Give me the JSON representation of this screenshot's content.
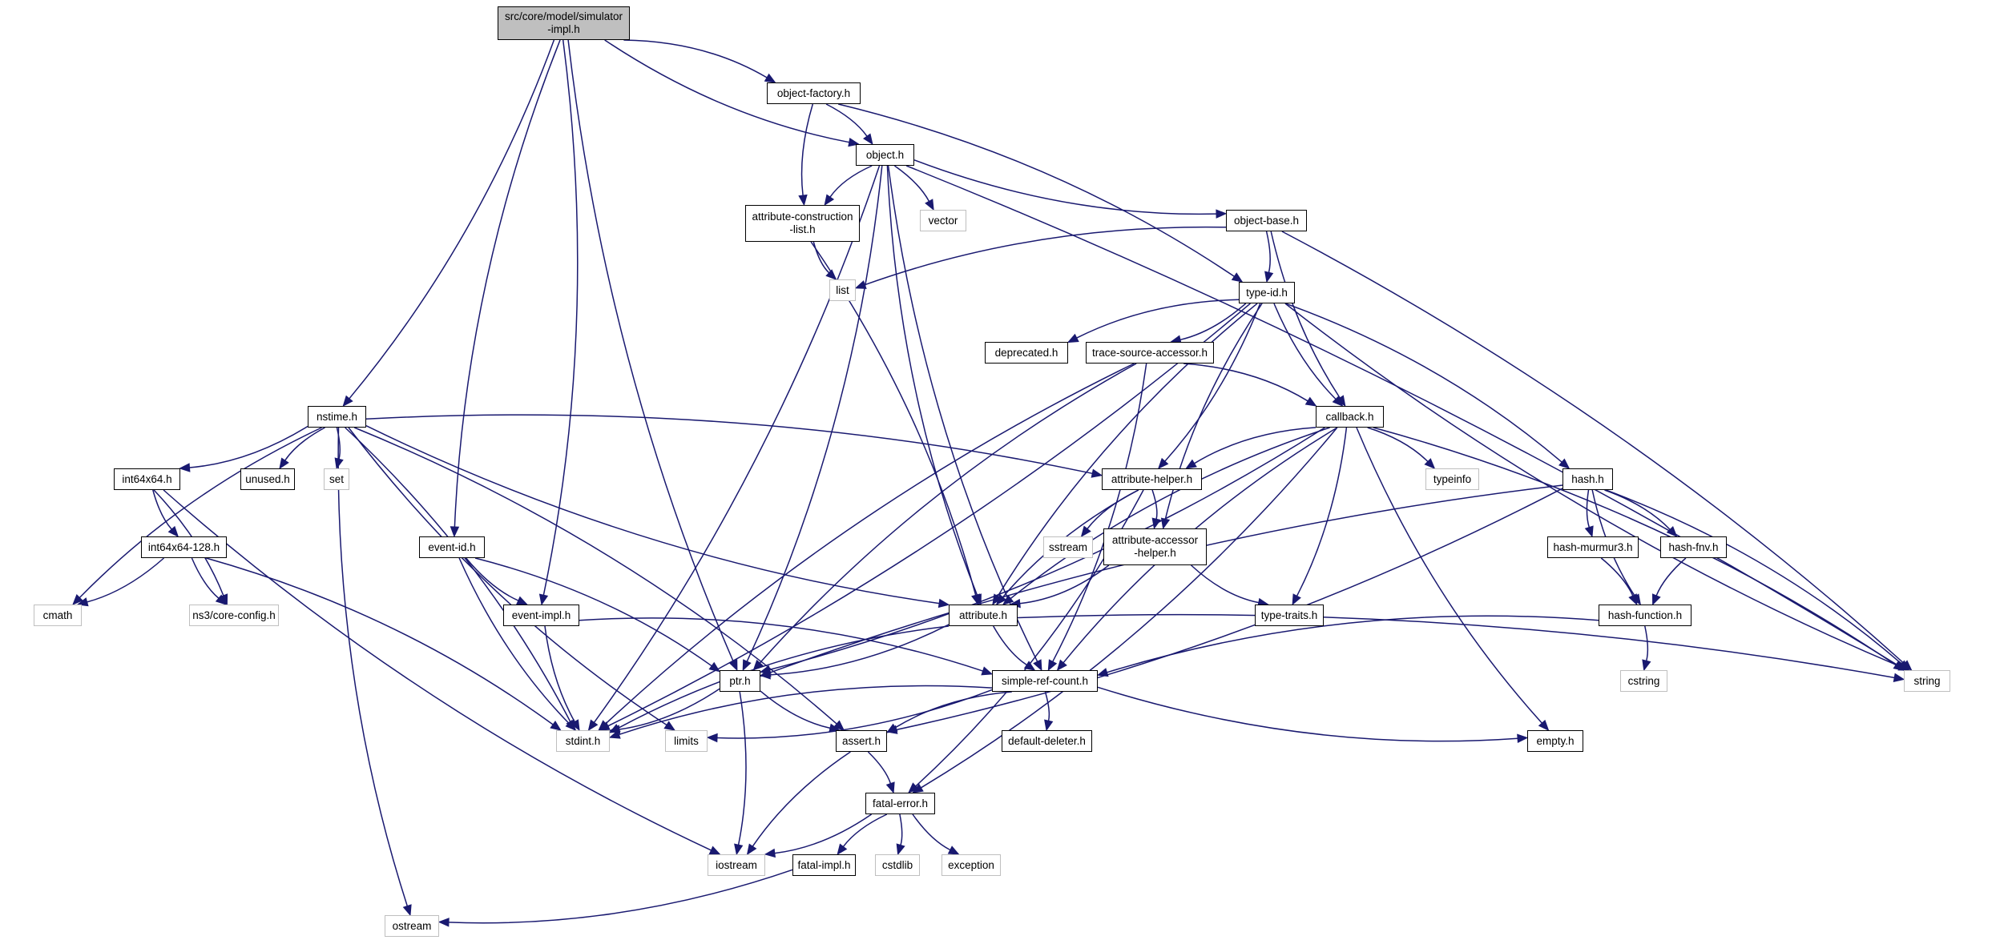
{
  "diagram": {
    "type": "include-dependency-graph",
    "edge_color": "#191970",
    "node_colors": {
      "root_fill": "#bfbfbf",
      "local_border": "#000000",
      "system_border": "#bfbfbf"
    },
    "nodes": [
      {
        "id": "sim",
        "label": "src/core/model/simulator\n-impl.h",
        "kind": "root"
      },
      {
        "id": "objfac",
        "label": "object-factory.h",
        "kind": "local"
      },
      {
        "id": "object",
        "label": "object.h",
        "kind": "local"
      },
      {
        "id": "attrcons",
        "label": "attribute-construction\n-list.h",
        "kind": "local"
      },
      {
        "id": "vector",
        "label": "vector",
        "kind": "system"
      },
      {
        "id": "objbase",
        "label": "object-base.h",
        "kind": "local"
      },
      {
        "id": "list",
        "label": "list",
        "kind": "system"
      },
      {
        "id": "typeid",
        "label": "type-id.h",
        "kind": "local"
      },
      {
        "id": "deprecated",
        "label": "deprecated.h",
        "kind": "local"
      },
      {
        "id": "trace",
        "label": "trace-source-accessor.h",
        "kind": "local"
      },
      {
        "id": "nstime",
        "label": "nstime.h",
        "kind": "local"
      },
      {
        "id": "callback",
        "label": "callback.h",
        "kind": "local"
      },
      {
        "id": "int64",
        "label": "int64x64.h",
        "kind": "local"
      },
      {
        "id": "unused",
        "label": "unused.h",
        "kind": "local"
      },
      {
        "id": "set",
        "label": "set",
        "kind": "system"
      },
      {
        "id": "attrhelper",
        "label": "attribute-helper.h",
        "kind": "local"
      },
      {
        "id": "typeinfo",
        "label": "typeinfo",
        "kind": "system"
      },
      {
        "id": "hash",
        "label": "hash.h",
        "kind": "local"
      },
      {
        "id": "int64128",
        "label": "int64x64-128.h",
        "kind": "local"
      },
      {
        "id": "eventid",
        "label": "event-id.h",
        "kind": "local"
      },
      {
        "id": "sstream",
        "label": "sstream",
        "kind": "system"
      },
      {
        "id": "attracc",
        "label": "attribute-accessor\n-helper.h",
        "kind": "local"
      },
      {
        "id": "murmur",
        "label": "hash-murmur3.h",
        "kind": "local"
      },
      {
        "id": "fnv",
        "label": "hash-fnv.h",
        "kind": "local"
      },
      {
        "id": "cmath",
        "label": "cmath",
        "kind": "system"
      },
      {
        "id": "nscfg",
        "label": "ns3/core-config.h",
        "kind": "system"
      },
      {
        "id": "eventimpl",
        "label": "event-impl.h",
        "kind": "local"
      },
      {
        "id": "attribute",
        "label": "attribute.h",
        "kind": "local"
      },
      {
        "id": "typetraits",
        "label": "type-traits.h",
        "kind": "local"
      },
      {
        "id": "hashfunc",
        "label": "hash-function.h",
        "kind": "local"
      },
      {
        "id": "ptr",
        "label": "ptr.h",
        "kind": "local"
      },
      {
        "id": "srefc",
        "label": "simple-ref-count.h",
        "kind": "local"
      },
      {
        "id": "cstring",
        "label": "cstring",
        "kind": "system"
      },
      {
        "id": "string",
        "label": "string",
        "kind": "system"
      },
      {
        "id": "stdint",
        "label": "stdint.h",
        "kind": "system"
      },
      {
        "id": "limits",
        "label": "limits",
        "kind": "system"
      },
      {
        "id": "assert",
        "label": "assert.h",
        "kind": "local"
      },
      {
        "id": "defdel",
        "label": "default-deleter.h",
        "kind": "local"
      },
      {
        "id": "empty",
        "label": "empty.h",
        "kind": "local"
      },
      {
        "id": "fatalerr",
        "label": "fatal-error.h",
        "kind": "local"
      },
      {
        "id": "iostream",
        "label": "iostream",
        "kind": "system"
      },
      {
        "id": "fatalimpl",
        "label": "fatal-impl.h",
        "kind": "local"
      },
      {
        "id": "cstdlib",
        "label": "cstdlib",
        "kind": "system"
      },
      {
        "id": "exception",
        "label": "exception",
        "kind": "system"
      },
      {
        "id": "ostream",
        "label": "ostream",
        "kind": "system"
      }
    ],
    "edges": [
      [
        "sim",
        "objfac"
      ],
      [
        "sim",
        "object"
      ],
      [
        "sim",
        "nstime"
      ],
      [
        "sim",
        "eventid"
      ],
      [
        "sim",
        "eventimpl"
      ],
      [
        "sim",
        "ptr"
      ],
      [
        "objfac",
        "object"
      ],
      [
        "objfac",
        "attrcons"
      ],
      [
        "objfac",
        "typeid"
      ],
      [
        "object",
        "attrcons"
      ],
      [
        "object",
        "vector"
      ],
      [
        "object",
        "objbase"
      ],
      [
        "object",
        "ptr"
      ],
      [
        "object",
        "attribute"
      ],
      [
        "object",
        "stdint"
      ],
      [
        "object",
        "srefc"
      ],
      [
        "object",
        "string"
      ],
      [
        "attrcons",
        "list"
      ],
      [
        "attrcons",
        "attribute"
      ],
      [
        "objbase",
        "list"
      ],
      [
        "objbase",
        "typeid"
      ],
      [
        "objbase",
        "callback"
      ],
      [
        "objbase",
        "string"
      ],
      [
        "typeid",
        "deprecated"
      ],
      [
        "typeid",
        "trace"
      ],
      [
        "typeid",
        "callback"
      ],
      [
        "typeid",
        "attrhelper"
      ],
      [
        "typeid",
        "attracc"
      ],
      [
        "typeid",
        "hash"
      ],
      [
        "typeid",
        "attribute"
      ],
      [
        "typeid",
        "stdint"
      ],
      [
        "typeid",
        "string"
      ],
      [
        "trace",
        "callback"
      ],
      [
        "trace",
        "ptr"
      ],
      [
        "trace",
        "srefc"
      ],
      [
        "trace",
        "stdint"
      ],
      [
        "nstime",
        "int64"
      ],
      [
        "nstime",
        "unused"
      ],
      [
        "nstime",
        "set"
      ],
      [
        "nstime",
        "cmath"
      ],
      [
        "nstime",
        "attrhelper"
      ],
      [
        "nstime",
        "attribute"
      ],
      [
        "nstime",
        "stdint"
      ],
      [
        "nstime",
        "limits"
      ],
      [
        "nstime",
        "assert"
      ],
      [
        "nstime",
        "ostream"
      ],
      [
        "callback",
        "typeinfo"
      ],
      [
        "callback",
        "attrhelper"
      ],
      [
        "callback",
        "ptr"
      ],
      [
        "callback",
        "attribute"
      ],
      [
        "callback",
        "typetraits"
      ],
      [
        "callback",
        "srefc"
      ],
      [
        "callback",
        "fatalerr"
      ],
      [
        "callback",
        "empty"
      ],
      [
        "callback",
        "string"
      ],
      [
        "int64",
        "int64128"
      ],
      [
        "int64",
        "nscfg"
      ],
      [
        "int64",
        "iostream"
      ],
      [
        "int64128",
        "cmath"
      ],
      [
        "int64128",
        "nscfg"
      ],
      [
        "int64128",
        "stdint"
      ],
      [
        "attrhelper",
        "sstream"
      ],
      [
        "attrhelper",
        "attracc"
      ],
      [
        "attrhelper",
        "attribute"
      ],
      [
        "attrhelper",
        "fatalerr"
      ],
      [
        "hash",
        "murmur"
      ],
      [
        "hash",
        "fnv"
      ],
      [
        "hash",
        "hashfunc"
      ],
      [
        "hash",
        "string"
      ],
      [
        "hash",
        "ptr"
      ],
      [
        "hash",
        "assert"
      ],
      [
        "eventid",
        "eventimpl"
      ],
      [
        "eventid",
        "ptr"
      ],
      [
        "eventid",
        "stdint"
      ],
      [
        "attracc",
        "attribute"
      ],
      [
        "attracc",
        "typetraits"
      ],
      [
        "murmur",
        "hashfunc"
      ],
      [
        "fnv",
        "hashfunc"
      ],
      [
        "eventimpl",
        "srefc"
      ],
      [
        "eventimpl",
        "stdint"
      ],
      [
        "attribute",
        "ptr"
      ],
      [
        "attribute",
        "srefc"
      ],
      [
        "attribute",
        "string"
      ],
      [
        "attribute",
        "stdint"
      ],
      [
        "hashfunc",
        "cstring"
      ],
      [
        "hashfunc",
        "srefc"
      ],
      [
        "ptr",
        "stdint"
      ],
      [
        "ptr",
        "assert"
      ],
      [
        "ptr",
        "iostream"
      ],
      [
        "srefc",
        "stdint"
      ],
      [
        "srefc",
        "limits"
      ],
      [
        "srefc",
        "assert"
      ],
      [
        "srefc",
        "defdel"
      ],
      [
        "srefc",
        "empty"
      ],
      [
        "assert",
        "fatalerr"
      ],
      [
        "assert",
        "iostream"
      ],
      [
        "fatalerr",
        "iostream"
      ],
      [
        "fatalerr",
        "fatalimpl"
      ],
      [
        "fatalerr",
        "cstdlib"
      ],
      [
        "fatalerr",
        "exception"
      ],
      [
        "fatalimpl",
        "ostream"
      ]
    ]
  }
}
